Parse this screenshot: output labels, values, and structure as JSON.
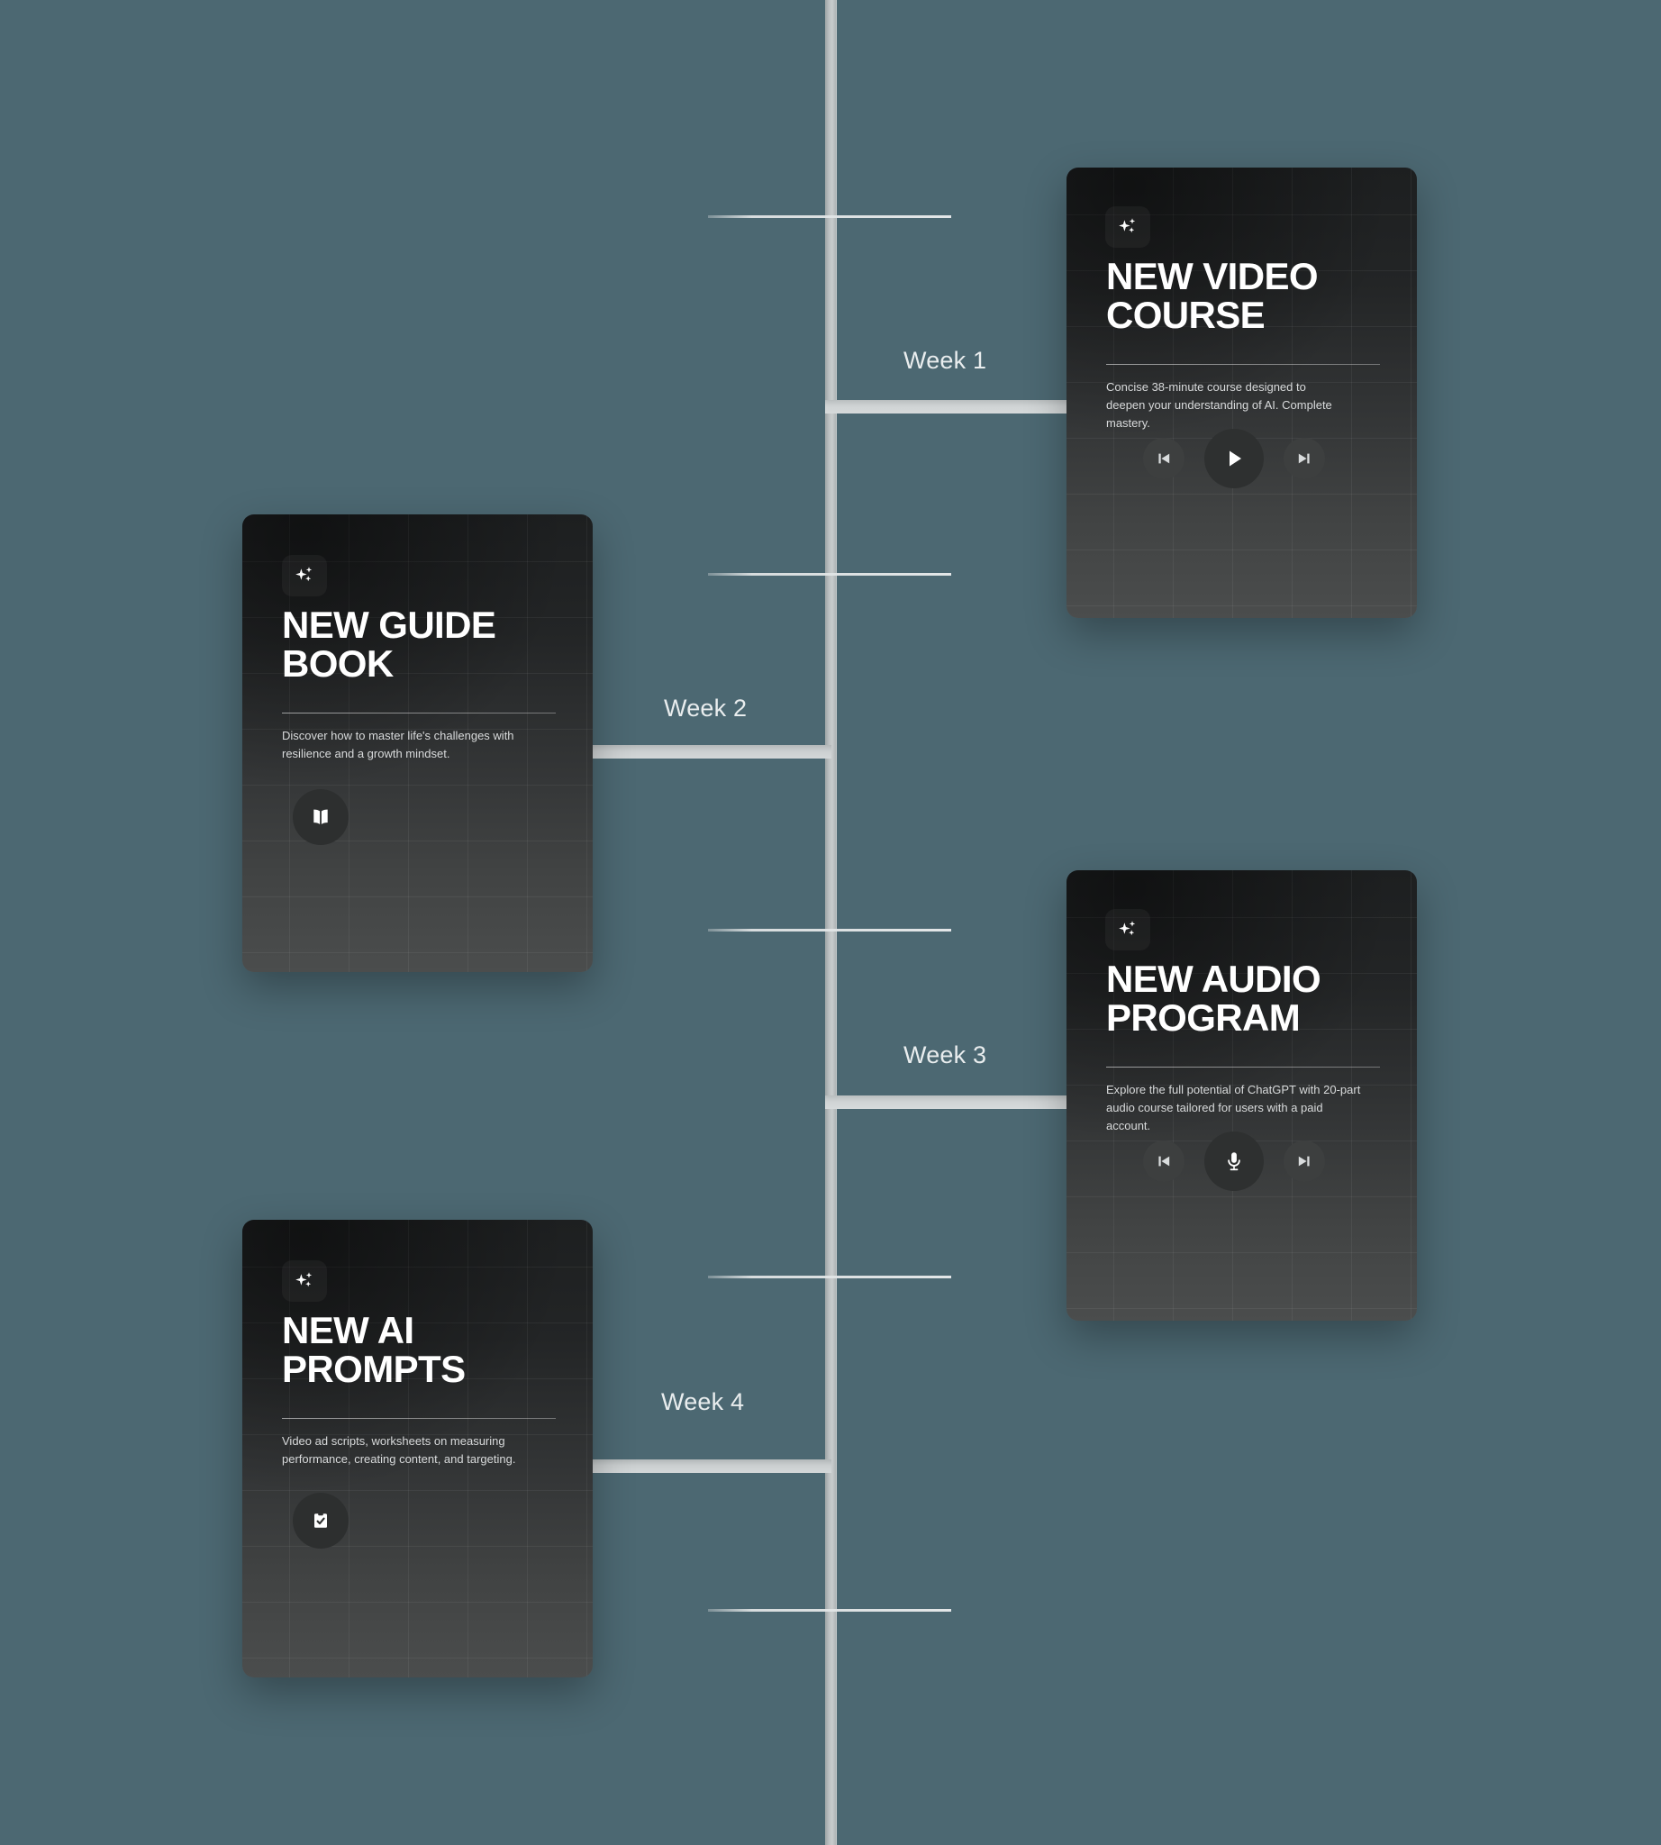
{
  "background_color": "#4c6872",
  "timeline": {
    "spine_color": "#c0c4c5",
    "ticks": [
      {
        "label": "tick-1"
      },
      {
        "label": "tick-2"
      },
      {
        "label": "tick-3"
      },
      {
        "label": "tick-4"
      },
      {
        "label": "tick-5"
      },
      {
        "label": "tick-6"
      }
    ]
  },
  "weeks": [
    {
      "id": "week-1",
      "label": "Week 1"
    },
    {
      "id": "week-2",
      "label": "Week 2"
    },
    {
      "id": "week-3",
      "label": "Week 3"
    },
    {
      "id": "week-4",
      "label": "Week 4"
    }
  ],
  "cards": [
    {
      "id": "new-video-course",
      "badge_icon": "sparkle-icon",
      "title": "NEW VIDEO COURSE",
      "description": "Concise 38-minute course designed to deepen your understanding of AI. Complete mastery.",
      "controls": [
        {
          "name": "previous-track-button",
          "icon": "skip-previous-icon"
        },
        {
          "name": "play-button",
          "icon": "play-icon"
        },
        {
          "name": "next-track-button",
          "icon": "skip-next-icon"
        }
      ]
    },
    {
      "id": "new-guide-book",
      "badge_icon": "sparkle-icon",
      "title": "NEW GUIDE BOOK",
      "description": "Discover how to master life's challenges with resilience and a growth mindset.",
      "action_icon": "open-book-icon"
    },
    {
      "id": "new-audio-program",
      "badge_icon": "sparkle-icon",
      "title": "NEW AUDIO PROGRAM",
      "description": "Explore the full potential of ChatGPT with 20-part audio course tailored for users with a paid account.",
      "controls": [
        {
          "name": "previous-track-button",
          "icon": "skip-previous-icon"
        },
        {
          "name": "microphone-button",
          "icon": "microphone-icon"
        },
        {
          "name": "next-track-button",
          "icon": "skip-next-icon"
        }
      ]
    },
    {
      "id": "new-ai-prompts",
      "badge_icon": "sparkle-icon",
      "title": "NEW AI PROMPTS",
      "description": "Video ad scripts, worksheets on measuring performance, creating content, and targeting.",
      "action_icon": "clipboard-check-icon"
    }
  ]
}
